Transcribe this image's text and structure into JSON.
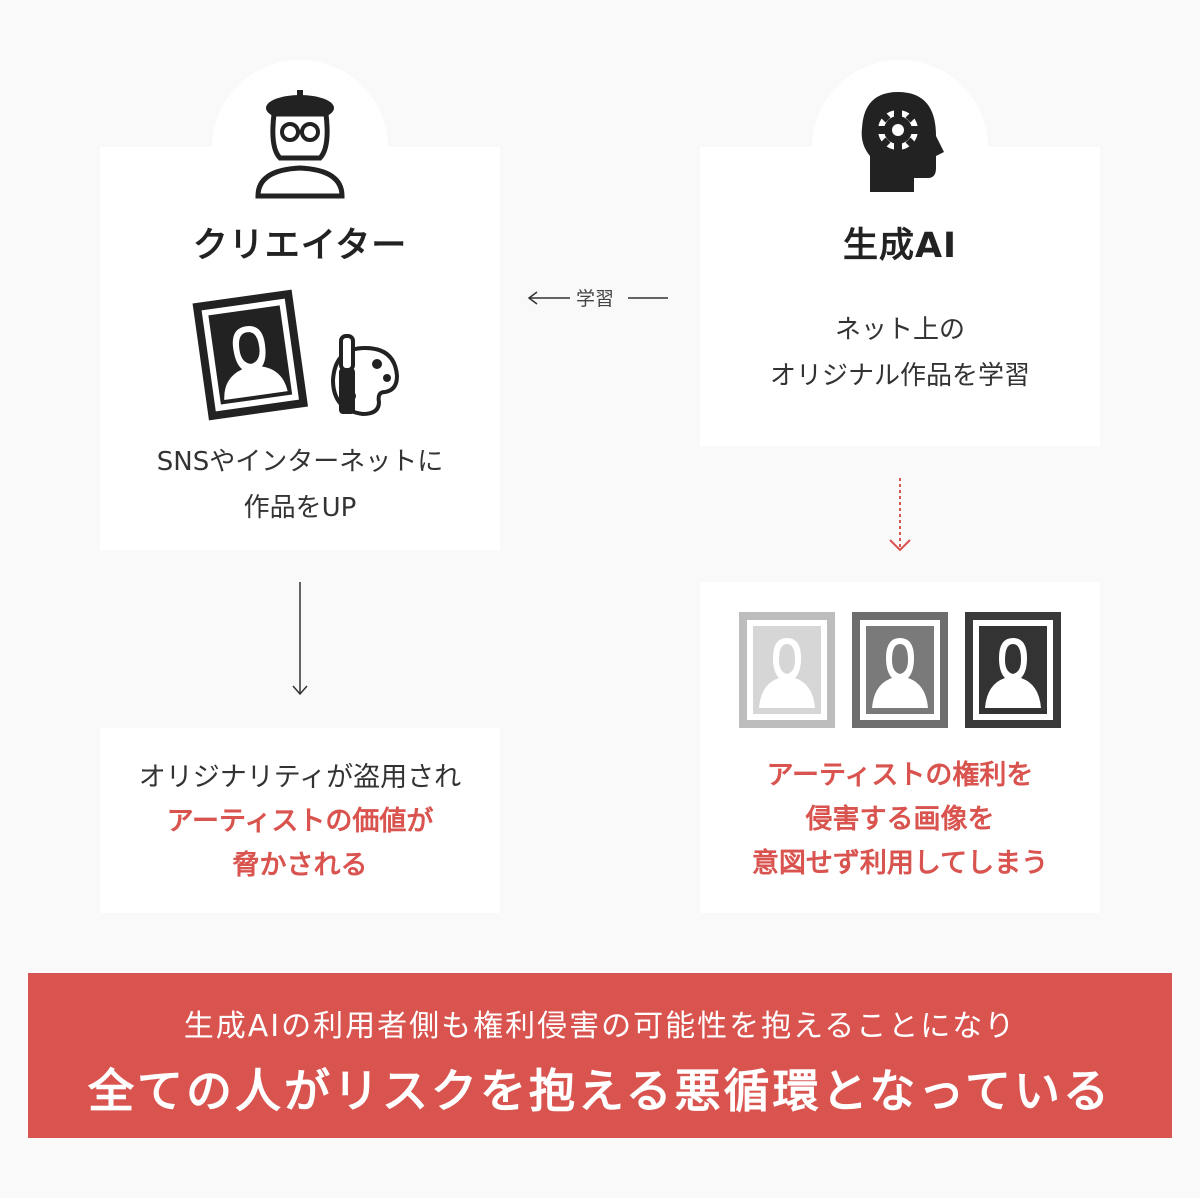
{
  "creator": {
    "title": "クリエイター",
    "description_line1": "SNSやインターネットに",
    "description_line2": "作品をUP"
  },
  "ai": {
    "title": "生成AI",
    "description_line1": "ネット上の",
    "description_line2": "オリジナル作品を学習"
  },
  "learn_label": "学習",
  "creator_result": {
    "line1": "オリジナリティが盗用され",
    "line2": "アーティストの価値が",
    "line3": "脅かされる"
  },
  "ai_result": {
    "line1": "アーティストの権利を",
    "line2": "侵害する画像を",
    "line3": "意図せず利用してしまう"
  },
  "banner": {
    "line1": "生成AIの利用者側も権利侵害の可能性を抱えることになり",
    "line2": "全ての人がリスクを抱える悪循環となっている"
  },
  "colors": {
    "accent": "#d9534f",
    "card": "#ffffff",
    "background": "#f9f9f9",
    "text": "#333333"
  },
  "icons": [
    "artist-icon",
    "ai-head-gear-icon",
    "framed-portrait-icon",
    "palette-brush-icon",
    "portrait-frame-icon"
  ]
}
